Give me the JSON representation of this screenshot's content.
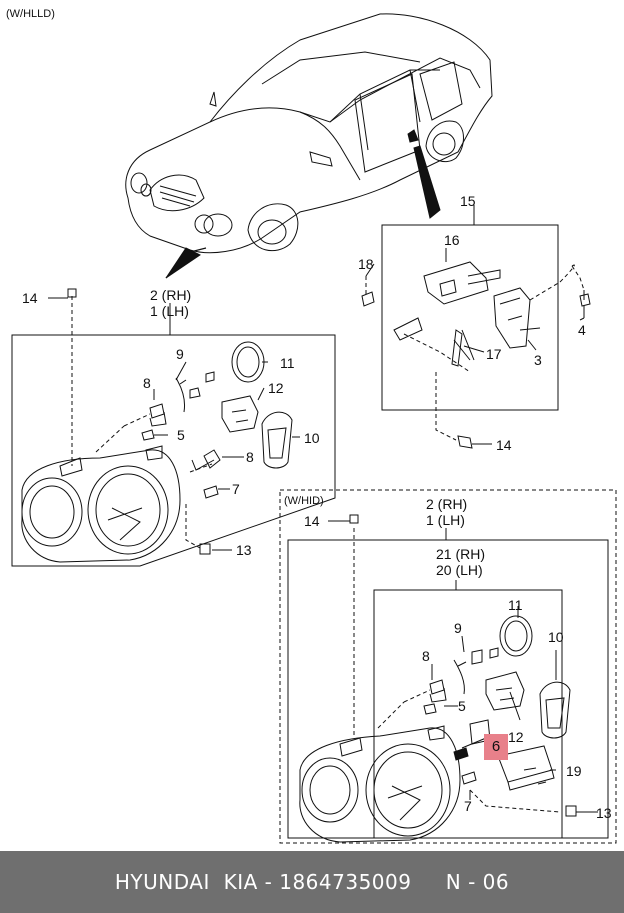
{
  "variants": {
    "hlld": "(W/HLLD)",
    "hid": "(W/HID)"
  },
  "callouts": {
    "c14a": "14",
    "c2a": "2 (RH)",
    "c1a": "1 (LH)",
    "c9a": "9",
    "c11a": "11",
    "c8a": "8",
    "c12a": "12",
    "c5a": "5",
    "c10a": "10",
    "c8b": "8",
    "c7a": "7",
    "c13a": "13",
    "c15": "15",
    "c16": "16",
    "c18": "18",
    "c4": "4",
    "c17": "17",
    "c3": "3",
    "c14b": "14",
    "c14c": "14",
    "c2b": "2 (RH)",
    "c1b": "1 (LH)",
    "c21": "21 (RH)",
    "c20": "20 (LH)",
    "c11b": "11",
    "c9b": "9",
    "c10b": "10",
    "c8c": "8",
    "c5b": "5",
    "c12b": "12",
    "c6": "6",
    "c19": "19",
    "c7b": "7",
    "c13b": "13"
  },
  "highlight_color": "#e8808a",
  "footer": {
    "text": "HYUNDAI  KIA - 1864735009     N - 06"
  }
}
